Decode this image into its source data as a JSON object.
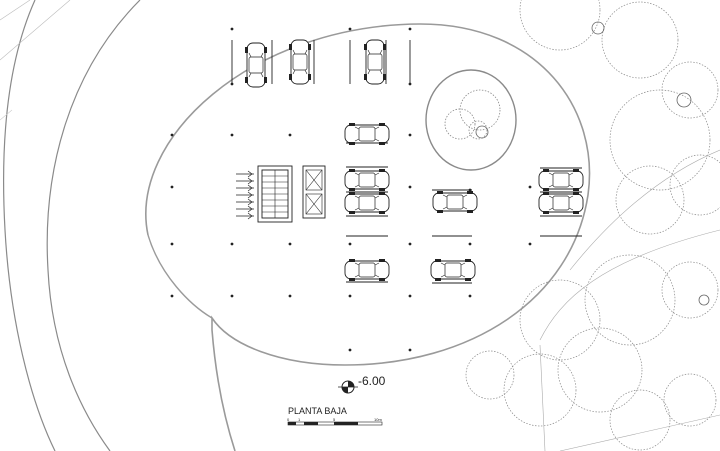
{
  "drawing": {
    "title": "PLANTA BAJA",
    "level": "-6.00",
    "scale_bar": {
      "ticks": [
        "0",
        "1",
        "5",
        "10m"
      ]
    }
  },
  "colors": {
    "line": "#333333",
    "boundary": "#9a9a9a",
    "tree": "#777777",
    "background": "#ffffff"
  },
  "icons": [
    "level-marker-icon",
    "tree-icon",
    "car-icon",
    "stair-icon",
    "elevator-icon"
  ]
}
